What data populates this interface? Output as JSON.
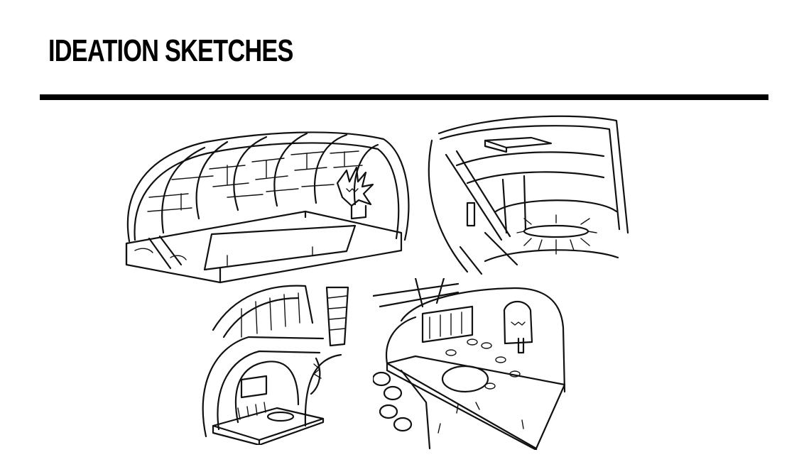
{
  "slide": {
    "title": "IDEATION SKETCHES"
  },
  "colors": {
    "background": "#ffffff",
    "ink": "#000000"
  },
  "sketches": [
    {
      "name": "tunnel-hall-sketch"
    },
    {
      "name": "circular-arena-sketch"
    },
    {
      "name": "arched-bar-sketch"
    },
    {
      "name": "cellar-room-sketch"
    }
  ]
}
